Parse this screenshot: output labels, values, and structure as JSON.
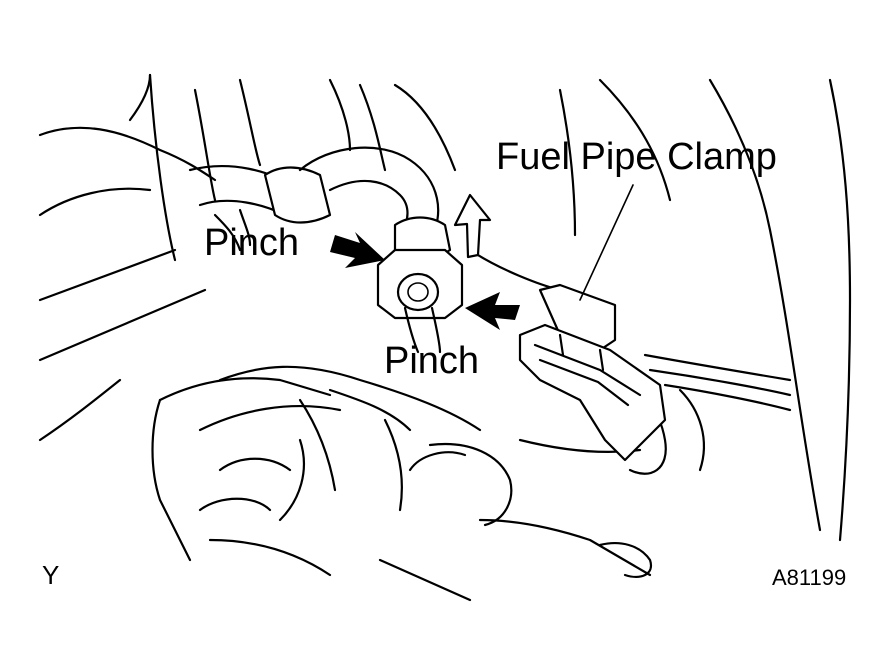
{
  "labels": {
    "pinch_left": "Pinch",
    "pinch_lower": "Pinch",
    "fuel_pipe_clamp": "Fuel Pipe Clamp",
    "view_code": "Y",
    "figure_id": "A81199"
  }
}
